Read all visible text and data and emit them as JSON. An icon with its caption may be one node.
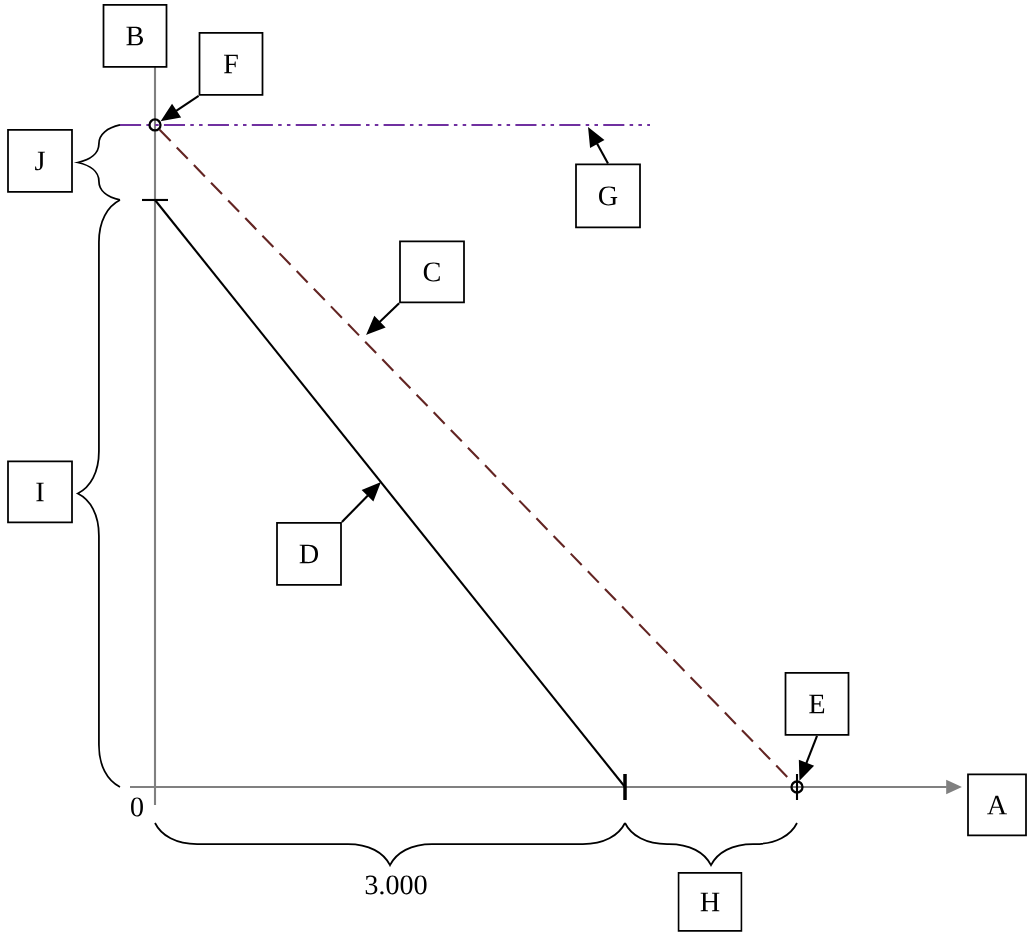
{
  "diagram": {
    "nodes": [
      {
        "text": [
          "B"
        ]
      },
      {
        "text": [
          "F"
        ]
      },
      {
        "text": [
          "J"
        ]
      },
      {
        "text": [
          "G"
        ]
      },
      {
        "text": [
          "C"
        ]
      },
      {
        "text": [
          "I"
        ]
      },
      {
        "text": [
          "D"
        ]
      },
      {
        "text": [
          "E"
        ]
      },
      {
        "text": [
          "A"
        ]
      },
      {
        "text": [
          "H"
        ]
      },
      {
        "text": [],
        "shape": "circle"
      },
      {
        "text": [],
        "shape": "circle"
      }
    ],
    "edges": [
      {
        "from": 1,
        "to": 10,
        "arrow": "to"
      },
      {
        "from": 3,
        "to": null,
        "arrow": "to"
      },
      {
        "from": 4,
        "to": null,
        "arrow": "to"
      },
      {
        "from": 6,
        "to": null,
        "arrow": "to"
      },
      {
        "from": 7,
        "to": 11,
        "arrow": "to"
      },
      {
        "from": 10,
        "to": 11,
        "arrow": "none",
        "style": "dashed",
        "color": "#632523"
      }
    ],
    "labels": [
      "0",
      "3.000"
    ]
  }
}
